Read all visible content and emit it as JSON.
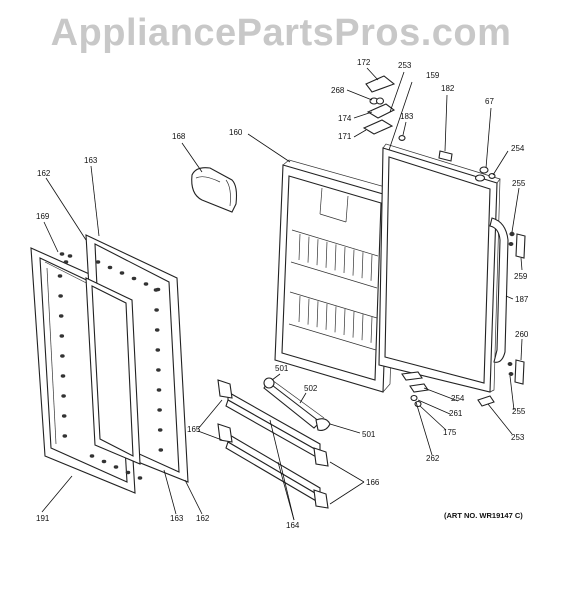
{
  "watermark": "AppliancePartsPros.com",
  "art_number": "(ART NO. WR19147 C)",
  "callouts": [
    {
      "id": "c172",
      "text": "172"
    },
    {
      "id": "c253a",
      "text": "253"
    },
    {
      "id": "c159",
      "text": "159"
    },
    {
      "id": "c268",
      "text": "268"
    },
    {
      "id": "c182",
      "text": "182"
    },
    {
      "id": "c67",
      "text": "67"
    },
    {
      "id": "c174",
      "text": "174"
    },
    {
      "id": "c183",
      "text": "183"
    },
    {
      "id": "c171",
      "text": "171"
    },
    {
      "id": "c160",
      "text": "160"
    },
    {
      "id": "c168",
      "text": "168"
    },
    {
      "id": "c254a",
      "text": "254"
    },
    {
      "id": "c163a",
      "text": "163"
    },
    {
      "id": "c162a",
      "text": "162"
    },
    {
      "id": "c255a",
      "text": "255"
    },
    {
      "id": "c169",
      "text": "169"
    },
    {
      "id": "c259",
      "text": "259"
    },
    {
      "id": "c187",
      "text": "187"
    },
    {
      "id": "c260",
      "text": "260"
    },
    {
      "id": "c501a",
      "text": "501"
    },
    {
      "id": "c502",
      "text": "502"
    },
    {
      "id": "c254b",
      "text": "254"
    },
    {
      "id": "c261",
      "text": "261"
    },
    {
      "id": "c255b",
      "text": "255"
    },
    {
      "id": "c165",
      "text": "165"
    },
    {
      "id": "c501b",
      "text": "501"
    },
    {
      "id": "c175",
      "text": "175"
    },
    {
      "id": "c253b",
      "text": "253"
    },
    {
      "id": "c262",
      "text": "262"
    },
    {
      "id": "c166",
      "text": "166"
    },
    {
      "id": "c191",
      "text": "191"
    },
    {
      "id": "c163b",
      "text": "163"
    },
    {
      "id": "c162b",
      "text": "162"
    },
    {
      "id": "c164",
      "text": "164"
    }
  ]
}
